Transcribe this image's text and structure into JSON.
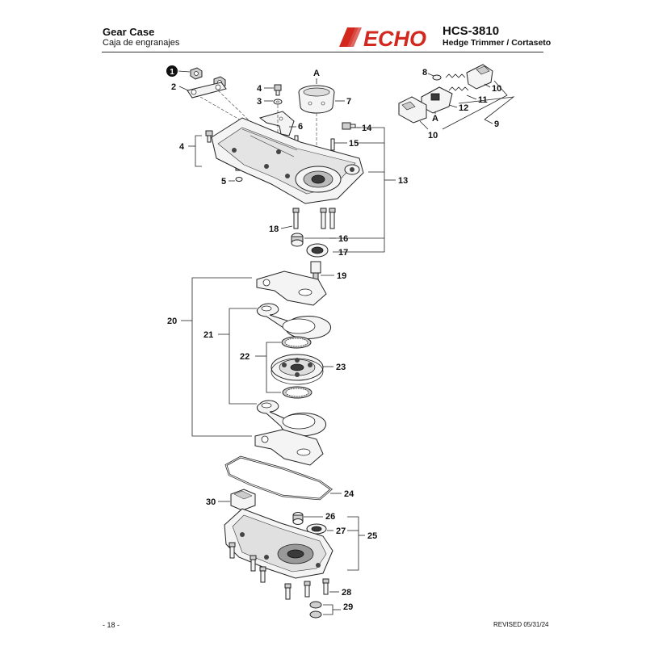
{
  "header": {
    "title": "Gear Case",
    "subtitle": "Caja de engranajes",
    "brand": "ECHO",
    "model": "HCS-3810",
    "description": "Hedge Trimmer / Cortaseto"
  },
  "footer": {
    "page": "- 18 -",
    "revised": "REVISED 05/31/24"
  },
  "callouts": {
    "c1": "1",
    "c2": "2",
    "c3": "3",
    "c4a": "4",
    "c4b": "4",
    "c5": "5",
    "c6": "6",
    "c7": "7",
    "c8": "8",
    "c9": "9",
    "c10a": "10",
    "c10b": "10",
    "c11": "11",
    "c12": "12",
    "c13": "13",
    "c14": "14",
    "c15": "15",
    "c16": "16",
    "c17": "17",
    "c18": "18",
    "c19": "19",
    "c20": "20",
    "c21": "21",
    "c22": "22",
    "c23": "23",
    "c24": "24",
    "c25": "25",
    "c26": "26",
    "c27": "27",
    "c28": "28",
    "c29": "29",
    "c30": "30",
    "refA1": "A",
    "refA2": "A"
  },
  "colors": {
    "brand": "#d2281e",
    "ink": "#111111"
  }
}
